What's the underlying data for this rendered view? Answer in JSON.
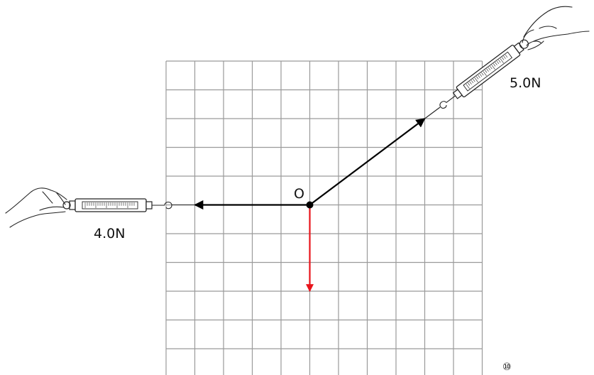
{
  "labels": {
    "origin": "O",
    "force_left": "4.0N",
    "force_upper_right": "5.0N",
    "figure_number": "⑩"
  },
  "colors": {
    "grid": "#9a9a9a",
    "force": "#000000",
    "resultant_force": "#e8141b"
  }
}
